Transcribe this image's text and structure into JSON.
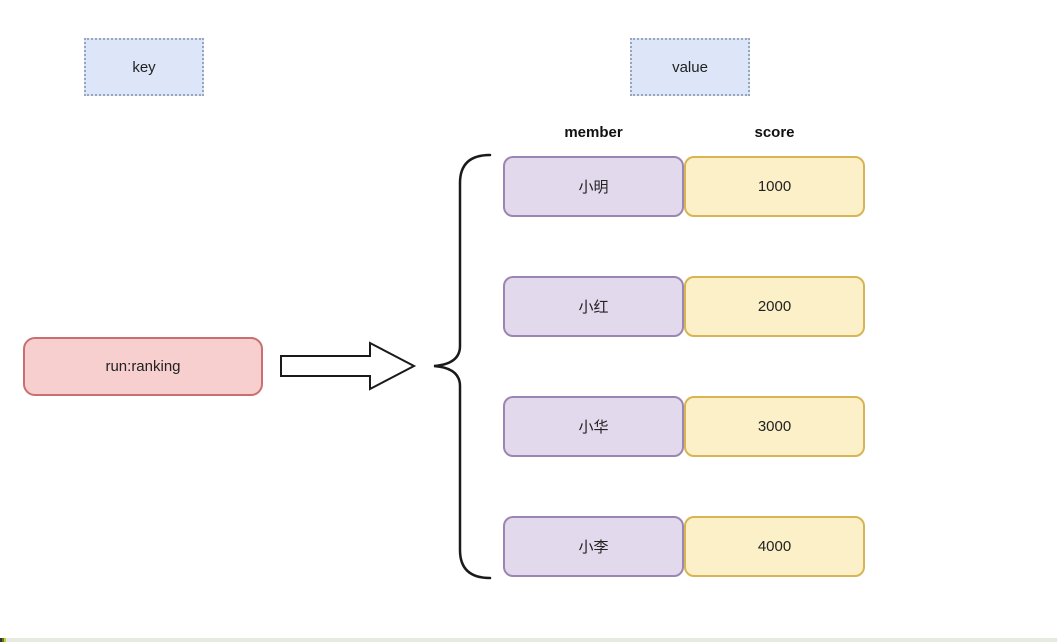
{
  "key_placeholder": {
    "label": "key"
  },
  "value_placeholder": {
    "label": "value"
  },
  "key_node": {
    "label": "run:ranking"
  },
  "columns": {
    "member": "member",
    "score": "score"
  },
  "entries": [
    {
      "member": "小明",
      "score": "1000"
    },
    {
      "member": "小红",
      "score": "2000"
    },
    {
      "member": "小华",
      "score": "3000"
    },
    {
      "member": "小李",
      "score": "4000"
    }
  ],
  "icons": {
    "arrow": "right-block-arrow",
    "brace": "left-curly-brace"
  },
  "colors": {
    "key_value_fill": "#dce6f8",
    "key_value_border": "#97a6bf",
    "key_node_fill": "#f7cfcf",
    "key_node_border": "#c96f6f",
    "member_fill": "#e3d9ec",
    "member_border": "#9b85b3",
    "score_fill": "#fcf0c8",
    "score_border": "#d9b455",
    "line": "#222222"
  }
}
